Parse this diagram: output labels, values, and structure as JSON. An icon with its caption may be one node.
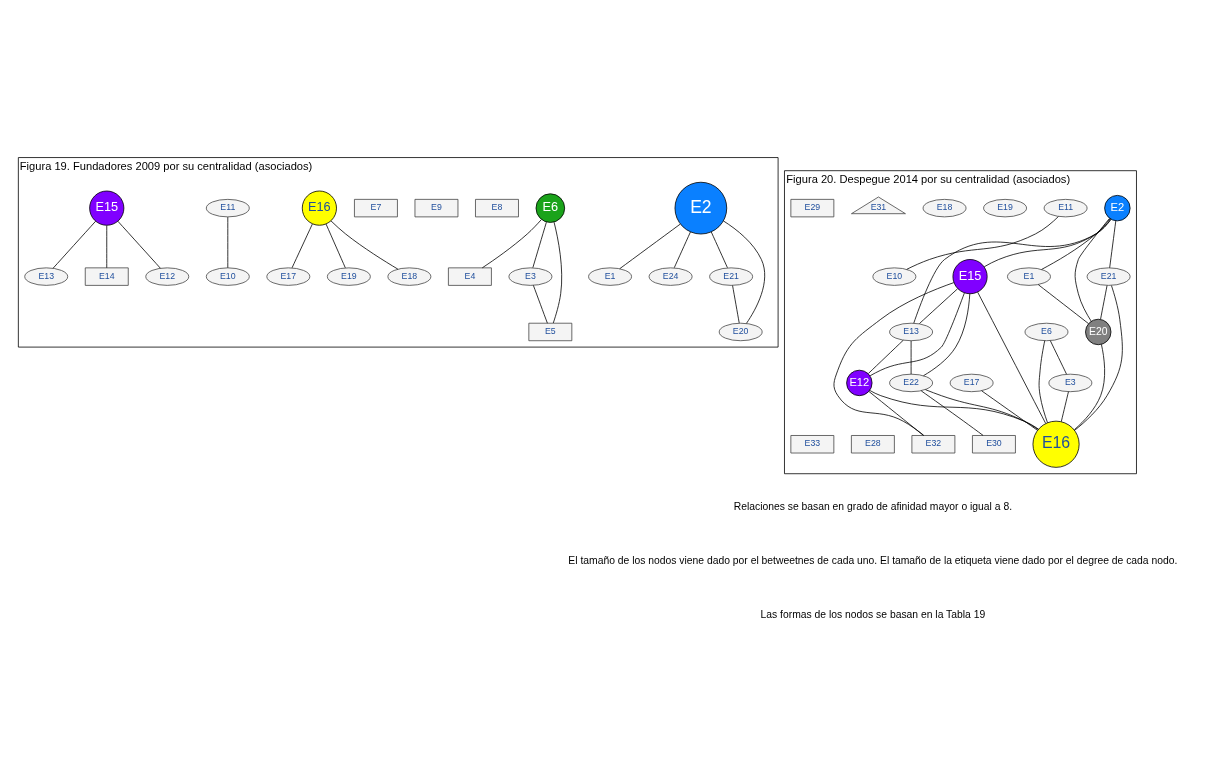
{
  "diagram": {
    "nodes": [
      {
        "text": [
          "Figura 19. Fundadores 2009 por su centralidad (asociados)"
        ]
      },
      {
        "text": [
          "Figura 20. Despegue 2014 por su centralidad (asociados)"
        ]
      },
      {
        "text": [
          "E2"
        ],
        "in": 0
      },
      {
        "text": [
          "E1"
        ],
        "in": 0
      },
      {
        "text": [
          "E4"
        ],
        "in": 0
      },
      {
        "text": [
          "E6"
        ],
        "in": 0
      },
      {
        "text": [
          "E3"
        ],
        "in": 0
      },
      {
        "text": [
          "E5"
        ],
        "in": 0
      },
      {
        "text": [
          "E8"
        ],
        "in": 0
      },
      {
        "text": [
          "E9"
        ],
        "in": 0
      },
      {
        "text": [
          "E7"
        ],
        "in": 0
      },
      {
        "text": [
          "E24"
        ],
        "in": 0
      },
      {
        "text": [
          "E17"
        ],
        "in": 0
      },
      {
        "text": [
          "E16"
        ],
        "in": 0
      },
      {
        "text": [
          "E11"
        ],
        "in": 0
      },
      {
        "text": [
          "E13"
        ],
        "in": 0
      },
      {
        "text": [
          "E14"
        ],
        "in": 0
      },
      {
        "text": [
          "E10"
        ],
        "in": 0
      },
      {
        "text": [
          "E12"
        ],
        "in": 0
      },
      {
        "text": [
          "E15"
        ],
        "in": 0
      },
      {
        "text": [
          "E19"
        ],
        "in": 0
      },
      {
        "text": [
          "E18"
        ],
        "in": 0
      },
      {
        "text": [
          "E21"
        ],
        "in": 0
      },
      {
        "text": [
          "E20"
        ],
        "in": 0
      },
      {
        "text": [
          "E2"
        ],
        "in": 1
      },
      {
        "text": [
          "E1"
        ],
        "in": 1
      },
      {
        "text": [
          "E3"
        ],
        "in": 1
      },
      {
        "text": [
          "E6"
        ],
        "in": 1
      },
      {
        "text": [
          "E17"
        ],
        "in": 1
      },
      {
        "text": [
          "E16"
        ],
        "in": 1
      },
      {
        "text": [
          "E11"
        ],
        "in": 1
      },
      {
        "text": [
          "E13"
        ],
        "in": 1
      },
      {
        "text": [
          "E10"
        ],
        "in": 1
      },
      {
        "text": [
          "E12"
        ],
        "in": 1
      },
      {
        "text": [
          "E15"
        ],
        "in": 1
      },
      {
        "text": [
          "E22"
        ],
        "in": 1
      },
      {
        "text": [
          "E19"
        ],
        "in": 1
      },
      {
        "text": [
          "E18"
        ],
        "in": 1
      },
      {
        "text": [
          "E30"
        ],
        "in": 1
      },
      {
        "text": [
          "E31"
        ],
        "in": 1
      },
      {
        "text": [
          "E29"
        ],
        "in": 1
      },
      {
        "text": [
          "E21"
        ],
        "in": 1
      },
      {
        "text": [
          "E20"
        ],
        "in": 1
      },
      {
        "text": [
          "E28"
        ],
        "in": 1
      },
      {
        "text": [
          "E32"
        ],
        "in": 1
      },
      {
        "text": [
          "E33"
        ],
        "in": 1
      }
    ],
    "edges": [
      {
        "from": 2,
        "to": 3,
        "arrow": "none"
      },
      {
        "from": 2,
        "to": 11,
        "arrow": "none"
      },
      {
        "from": 2,
        "to": 22,
        "arrow": "none"
      },
      {
        "from": 2,
        "to": 23,
        "arrow": "none"
      },
      {
        "from": 22,
        "to": 23,
        "arrow": "none"
      },
      {
        "from": 14,
        "to": 17,
        "arrow": "none"
      },
      {
        "from": 5,
        "to": 4,
        "arrow": "none"
      },
      {
        "from": 5,
        "to": 6,
        "arrow": "none"
      },
      {
        "from": 6,
        "to": 7,
        "arrow": "none"
      },
      {
        "from": 7,
        "to": 5,
        "arrow": "none"
      },
      {
        "from": 19,
        "to": 15,
        "arrow": "none"
      },
      {
        "from": 19,
        "to": 16,
        "arrow": "none"
      },
      {
        "from": 19,
        "to": 18,
        "arrow": "none"
      },
      {
        "from": 13,
        "to": 12,
        "arrow": "none"
      },
      {
        "from": 13,
        "to": 20,
        "arrow": "none"
      },
      {
        "from": 13,
        "to": 21,
        "arrow": "none"
      },
      {
        "from": 24,
        "to": 25,
        "arrow": "none"
      },
      {
        "from": 24,
        "to": 41,
        "arrow": "none"
      },
      {
        "from": 24,
        "to": 42,
        "arrow": "none"
      },
      {
        "from": 24,
        "to": 34,
        "arrow": "none"
      },
      {
        "from": 24,
        "to": 31,
        "arrow": "none"
      },
      {
        "from": 25,
        "to": 42,
        "arrow": "none"
      },
      {
        "from": 30,
        "to": 32,
        "arrow": "none"
      },
      {
        "from": 41,
        "to": 42,
        "arrow": "none"
      },
      {
        "from": 41,
        "to": 29,
        "arrow": "none"
      },
      {
        "from": 42,
        "to": 29,
        "arrow": "none"
      },
      {
        "from": 27,
        "to": 26,
        "arrow": "none"
      },
      {
        "from": 26,
        "to": 29,
        "arrow": "none"
      },
      {
        "from": 27,
        "to": 29,
        "arrow": "none"
      },
      {
        "from": 34,
        "to": 31,
        "arrow": "none"
      },
      {
        "from": 31,
        "to": 33,
        "arrow": "none"
      },
      {
        "from": 31,
        "to": 35,
        "arrow": "none"
      },
      {
        "from": 34,
        "to": 35,
        "arrow": "none"
      },
      {
        "from": 34,
        "to": 33,
        "arrow": "none"
      },
      {
        "from": 34,
        "to": 44,
        "arrow": "none"
      },
      {
        "from": 33,
        "to": 29,
        "arrow": "none"
      },
      {
        "from": 34,
        "to": 29,
        "arrow": "none"
      },
      {
        "from": 35,
        "to": 29,
        "arrow": "none"
      },
      {
        "from": 33,
        "to": 44,
        "arrow": "none"
      },
      {
        "from": 35,
        "to": 38,
        "arrow": "none"
      },
      {
        "from": 28,
        "to": 29,
        "arrow": "none"
      }
    ],
    "labels": [
      "Relaciones se basan en grado de afinidad mayor o igual a 8.",
      "El tamaño de los nodos viene dado por el betweetnes de cada uno. El tamaño de la etiqueta viene dado por el degree de cada nodo.",
      "Las formas de los nodos se basan en la Tabla 19"
    ]
  }
}
